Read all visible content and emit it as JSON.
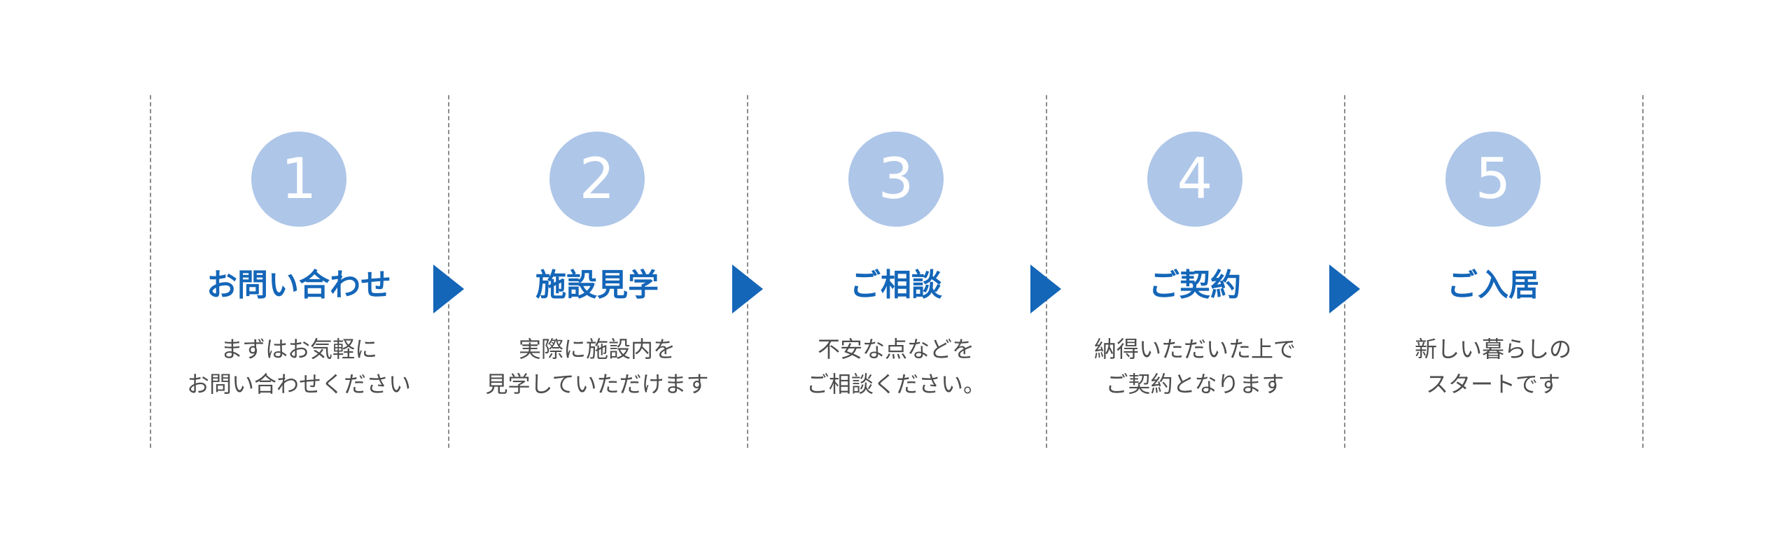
{
  "colors": {
    "accent": "#1466b8",
    "circle": "#aec6e8",
    "body_text": "#4d4d4d",
    "divider": "#8c8c8c"
  },
  "steps": [
    {
      "number": "1",
      "title": "お問い合わせ",
      "desc_line1": "まずはお気軽に",
      "desc_line2": "お問い合わせください"
    },
    {
      "number": "2",
      "title": "施設見学",
      "desc_line1": "実際に施設内を",
      "desc_line2": "見学していただけます"
    },
    {
      "number": "3",
      "title": "ご相談",
      "desc_line1": "不安な点などを",
      "desc_line2": "ご相談ください。"
    },
    {
      "number": "4",
      "title": "ご契約",
      "desc_line1": "納得いただいた上で",
      "desc_line2": "ご契約となります"
    },
    {
      "number": "5",
      "title": "ご入居",
      "desc_line1": "新しい暮らしの",
      "desc_line2": "スタートです"
    }
  ]
}
